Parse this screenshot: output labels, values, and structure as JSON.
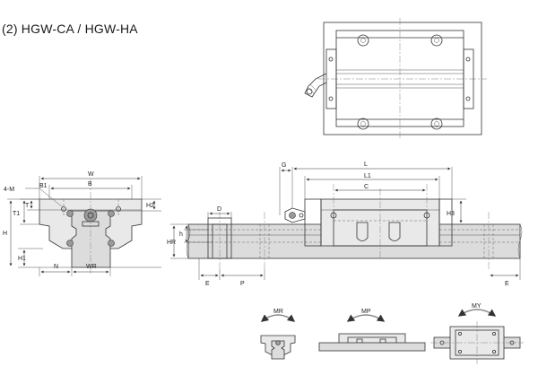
{
  "title": "(2) HGW-CA / HGW-HA",
  "labels": {
    "four_m": "4-M",
    "w": "W",
    "b1": "B1",
    "b": "B",
    "h2": "H2",
    "t1": "T1",
    "t": "T",
    "h": "H",
    "h1": "H1",
    "n": "N",
    "wr": "WR",
    "hr": "HR",
    "h_small": "h",
    "d": "D",
    "e_left": "E",
    "p": "P",
    "g": "G",
    "l": "L",
    "l1": "L1",
    "c": "C",
    "h3": "H3",
    "e_right": "E",
    "mr": "MR",
    "mp": "MP",
    "my": "MY"
  }
}
